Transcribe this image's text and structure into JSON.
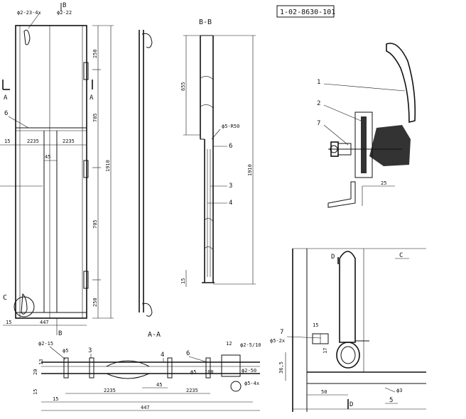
{
  "document_code": "1-02-8630-101",
  "views": {
    "front": {
      "top_left_note": "ϕ2-23-4x",
      "top_right_note": "ϕ2-22",
      "section_mark_b_top": "B",
      "section_mark_b_bottom": "B",
      "section_mark_a_left": "A",
      "section_mark_a_right": "A",
      "corner_view_mark": "C",
      "part_label_6": "6",
      "dim_15_left": "15",
      "dim_2235_left": "2235",
      "dim_2235_right": "2235",
      "dim_45": "45",
      "dim_250_top": "250",
      "dim_705_top": "705",
      "dim_1910": "1910",
      "dim_705_bottom": "705",
      "dim_250_bottom": "250",
      "dim_15_bottom": "15",
      "dim_447": "447"
    },
    "section_bb": {
      "title": "B-B",
      "dim_655": "655",
      "note_r50": "ϕ5-R50",
      "part_6": "6",
      "part_3": "3",
      "part_4": "4",
      "dim_1910": "1910",
      "dim_15": "15"
    },
    "section_aa": {
      "title": "A-A",
      "note_left": "ϕ2-15",
      "note_5": "ϕ5",
      "dim_20": "20",
      "dim_13": "13",
      "part_3": "3",
      "part_4": "4",
      "part_6": "6",
      "dim_12": "12",
      "note_2_5_10": "ϕ2-5/10",
      "note_e5": "ϕ5",
      "dim_100": "100",
      "note_2_50": "ϕ2-50",
      "note_5_4x": "ϕ5-4x",
      "dim_2235_a": "2235",
      "dim_45": "45",
      "dim_2235_b": "2235",
      "dim_15": "15",
      "dim_447": "447",
      "dim_15_left": "15"
    },
    "handle_detail": {
      "part_1": "1",
      "part_2": "2",
      "part_7": "7",
      "dim_25": "25"
    },
    "detail_c": {
      "mark_d_top": "D",
      "mark_c": "C",
      "mark_d_bottom": "D",
      "dim_15": "15",
      "part_7": "7",
      "note_5_2x": "ϕ5-2x",
      "dim_17": "17",
      "dim_365": "36,5",
      "dim_50": "50",
      "note_3": "ϕ3",
      "part_5": "5"
    }
  }
}
